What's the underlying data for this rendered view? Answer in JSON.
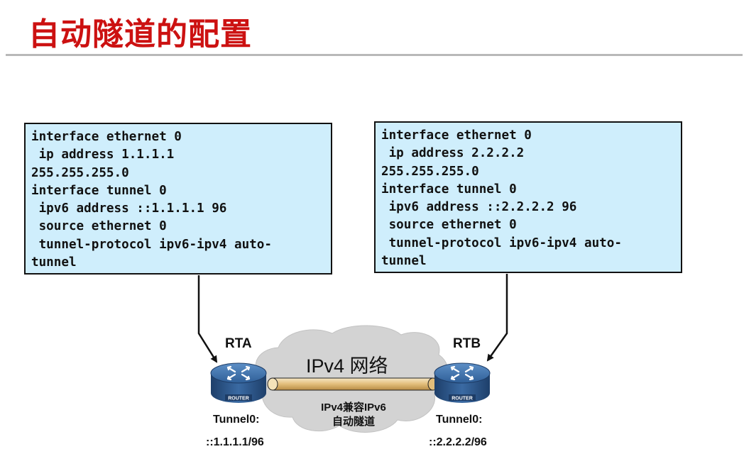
{
  "slide": {
    "title": "自动隧道的配置"
  },
  "config_a": {
    "lines": [
      "interface ethernet 0",
      " ip address 1.1.1.1",
      "255.255.255.0",
      "interface tunnel 0",
      " ipv6 address ::1.1.1.1 96",
      " source ethernet 0",
      " tunnel-protocol ipv6-ipv4 auto-",
      "tunnel"
    ]
  },
  "config_b": {
    "lines": [
      "interface ethernet 0",
      " ip address 2.2.2.2",
      "255.255.255.0",
      "interface tunnel 0",
      " ipv6 address ::2.2.2.2 96",
      " source ethernet 0",
      " tunnel-protocol ipv6-ipv4 auto-",
      "tunnel"
    ]
  },
  "network": {
    "cloud_label": "IPv4 网络",
    "tunnel_line1": "IPv4兼容IPv6",
    "tunnel_line2": "自动隧道"
  },
  "router_a": {
    "name": "RTA",
    "badge": "ROUTER",
    "tunnel_label": "Tunnel0:",
    "tunnel_addr": "::1.1.1.1/96"
  },
  "router_b": {
    "name": "RTB",
    "badge": "ROUTER",
    "tunnel_label": "Tunnel0:",
    "tunnel_addr": "::2.2.2.2/96"
  },
  "colors": {
    "title": "#cc1111",
    "config_bg": "#cfeefc",
    "router": "#3b6fa8",
    "cloud": "#d3d3d3",
    "tunnel_pipe": "#e8c98a"
  },
  "icons": [
    "router-icon",
    "cloud-icon",
    "arrow-icon"
  ]
}
